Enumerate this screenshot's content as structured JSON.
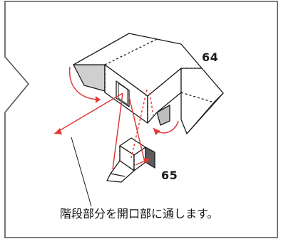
{
  "part_labels": {
    "top_box": "64",
    "stairs": "65"
  },
  "caption": "階段部分を開口部に通します。",
  "colors": {
    "line": "#1a1a1a",
    "arrow": "#e03b3b",
    "shade": "#c9c9c9",
    "frame": "#555555"
  }
}
